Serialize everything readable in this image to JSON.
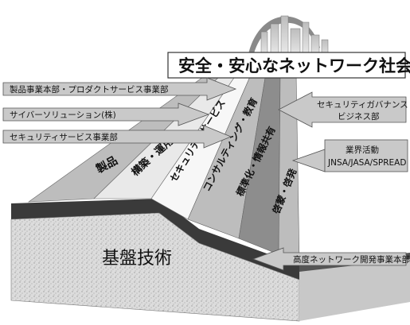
{
  "title": "安全・安心なネットワーク社会",
  "foundation": "基盤技術",
  "lanes": [
    {
      "id": "products",
      "label": "製品"
    },
    {
      "id": "build",
      "label": "構築・運用"
    },
    {
      "id": "security",
      "label": "セキュリティサービス"
    },
    {
      "id": "consulting",
      "label": "コンサルティング・教育"
    },
    {
      "id": "standard",
      "label": "標準化・情報共有"
    },
    {
      "id": "awareness",
      "label": "啓蒙・啓発"
    }
  ],
  "left_callouts": [
    "製品事業本部・プロダクトサービス事業部",
    "サイバーソリューション(株)",
    "セキュリティサービス事業部"
  ],
  "right_callouts": {
    "governance": [
      "セキュリティガバナンス",
      "ビジネス部"
    ],
    "industry": [
      "業界活動",
      "JNSA/JASA/SPREAD"
    ],
    "rnd": "高度ネットワーク開発事業本部"
  },
  "colors": {
    "arrow_fill": "#c9c9c9",
    "arrow_stroke": "#555555",
    "lane_light": "#e9e9e9",
    "lane_mid": "#bdbdbd",
    "lane_dark": "#8d8d8d",
    "slab_top": "#3a3a3a",
    "slab_side": "#d8d8d8"
  }
}
